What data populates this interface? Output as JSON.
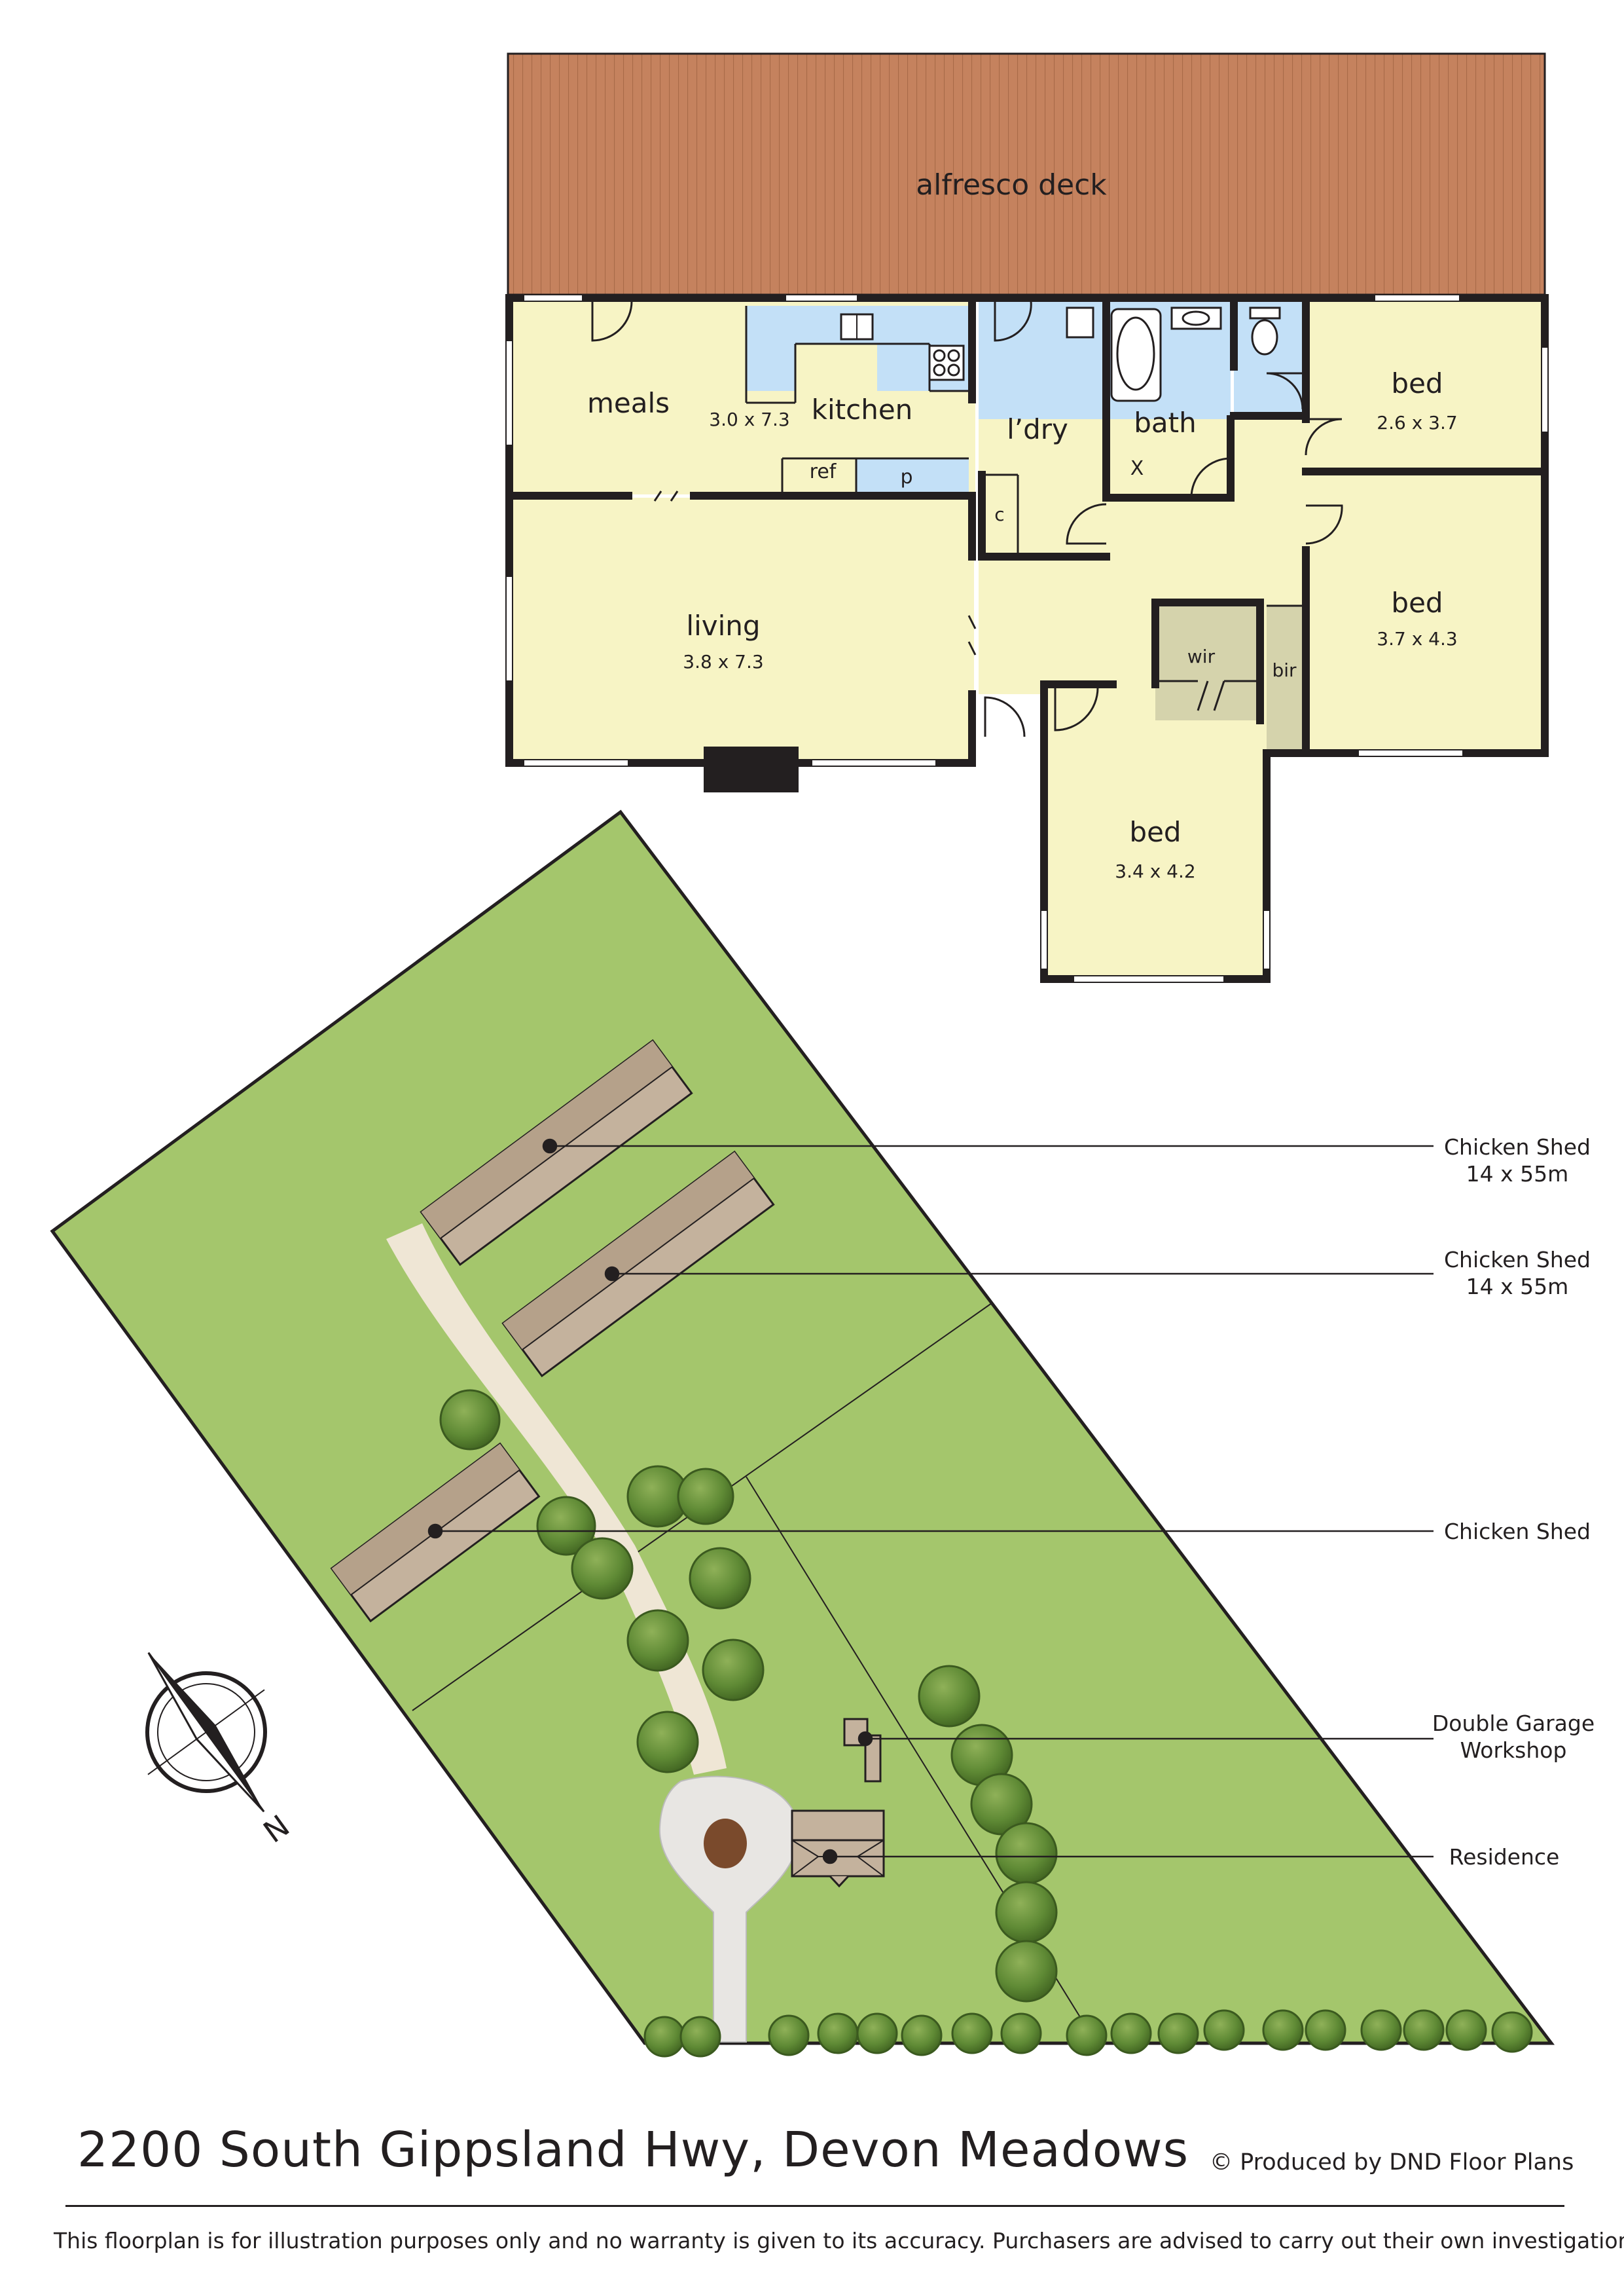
{
  "floorplan": {
    "rooms": {
      "deck": {
        "name": "alfresco deck"
      },
      "meals": {
        "name": "meals"
      },
      "kitchen": {
        "name": "kitchen",
        "size": "3.0 x 7.3"
      },
      "laundry": {
        "name": "l’dry"
      },
      "bath": {
        "name": "bath",
        "fixture": "X"
      },
      "bed1": {
        "name": "bed",
        "size": "2.6 x 3.7"
      },
      "bed2": {
        "name": "bed",
        "size": "3.7 x 4.3"
      },
      "bed3": {
        "name": "bed",
        "size": "3.4 x 4.2"
      },
      "living": {
        "name": "living",
        "size": "3.8 x 7.3"
      },
      "ref": {
        "name": "ref"
      },
      "pantry": {
        "name": "p"
      },
      "cupboard": {
        "name": "c"
      },
      "wir": {
        "name": "wir"
      },
      "bir": {
        "name": "bir"
      }
    }
  },
  "siteplan": {
    "callouts": [
      {
        "line1": "Chicken Shed",
        "line2": "14 x 55m"
      },
      {
        "line1": "Chicken Shed",
        "line2": "14 x 55m"
      },
      {
        "line1": "Chicken Shed",
        "line2": ""
      },
      {
        "line1": "Double Garage",
        "line2": "Workshop"
      },
      {
        "line1": "Residence",
        "line2": ""
      }
    ],
    "compass_label": "N"
  },
  "footer": {
    "address": "2200 South Gippsland Hwy, Devon Meadows",
    "credit_symbol": "©",
    "credit_text": "Produced by DND Floor Plans",
    "disclaimer": "This floorplan is for illustration purposes only and no warranty is given to its accuracy. Purchasers are advised to carry out their own investigations."
  },
  "colors": {
    "deck": "#c5825e",
    "rooms": "#f7f4c5",
    "wet_areas": "#c3e0f7",
    "robes": "#d5d3ac",
    "walls": "#231f20",
    "grass": "#a4c66c",
    "shed_roof": "#c4b29d",
    "path": "#efe6d5",
    "tree": "#5f8a35"
  }
}
